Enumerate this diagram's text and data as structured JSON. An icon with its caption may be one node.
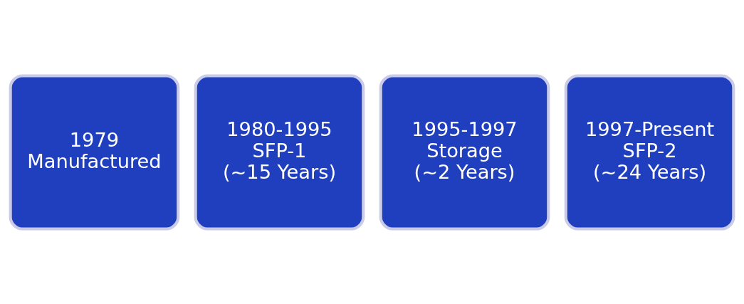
{
  "diagram": {
    "nodes": [
      {
        "text": [
          "1979",
          "Manufactured"
        ]
      },
      {
        "text": [
          "1980-1995",
          "SFP-1",
          "(~15 Years)"
        ]
      },
      {
        "text": [
          "1995-1997",
          "Storage",
          "(~2 Years)"
        ]
      },
      {
        "text": [
          "1997-Present",
          "SFP-2",
          "(~24 Years)"
        ]
      }
    ],
    "edges": []
  }
}
